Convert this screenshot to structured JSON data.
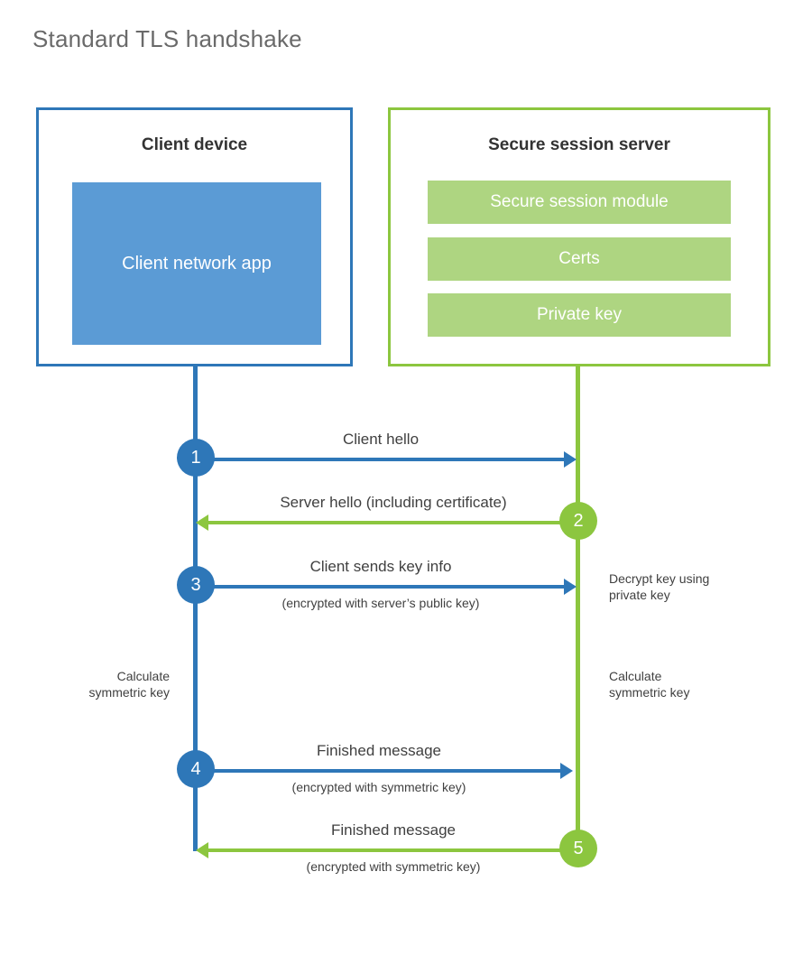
{
  "title": "Standard TLS handshake",
  "colors": {
    "client_accent": "#2E77B8",
    "client_block_fill": "#5B9BD5",
    "server_accent": "#8CC63F",
    "server_block_fill": "#AED581",
    "text": "#404040",
    "title_text": "#6a6a6a",
    "background": "#ffffff"
  },
  "client": {
    "title": "Client device",
    "block_label": "Client network app"
  },
  "server": {
    "title": "Secure session server",
    "bars": [
      {
        "label": "Secure session module"
      },
      {
        "label": "Certs"
      },
      {
        "label": "Private key"
      }
    ]
  },
  "messages": [
    {
      "step": "1",
      "label": "Client hello",
      "sublabel": "",
      "direction": "client-to-server",
      "color": "#2E77B8"
    },
    {
      "step": "2",
      "label": "Server hello (including certificate)",
      "sublabel": "",
      "direction": "server-to-client",
      "color": "#8CC63F"
    },
    {
      "step": "3",
      "label": "Client sends key info",
      "sublabel": "(encrypted with server’s public key)",
      "direction": "client-to-server",
      "color": "#2E77B8"
    },
    {
      "step": "4",
      "label": "Finished message",
      "sublabel": "(encrypted with symmetric key)",
      "direction": "client-to-server",
      "color": "#2E77B8"
    },
    {
      "step": "5",
      "label": "Finished message",
      "sublabel": "(encrypted with symmetric key)",
      "direction": "server-to-client",
      "color": "#8CC63F"
    }
  ],
  "notes": {
    "server_decrypt": "Decrypt key using\nprivate key",
    "client_calculate": "Calculate\nsymmetric key",
    "server_calculate": "Calculate\nsymmetric key"
  }
}
